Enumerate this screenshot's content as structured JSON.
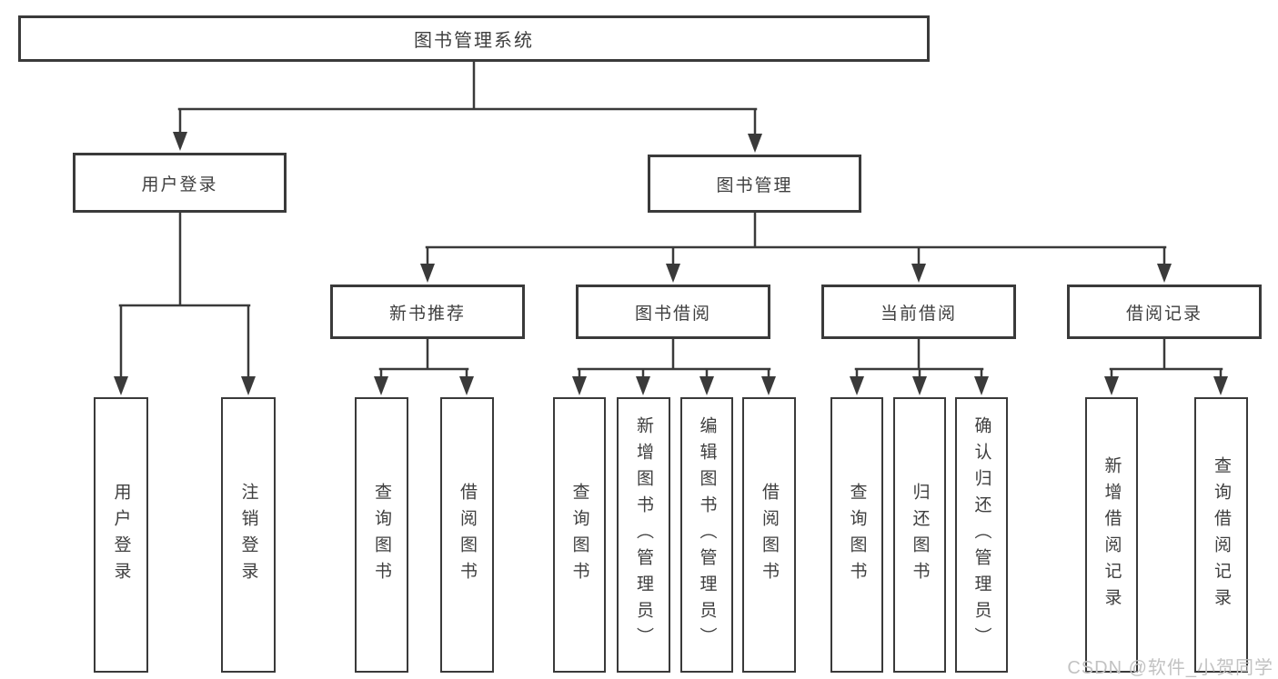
{
  "watermark": "CSDN @软件_小贺同学",
  "colors": {
    "line": "#3a3a3a",
    "text": "#3f3f3f",
    "background": "#ffffff",
    "watermark": "#c2c2c2"
  },
  "tree": {
    "root": {
      "label": "图书管理系统"
    },
    "children": [
      {
        "label": "用户登录",
        "children": [
          {
            "label": "用户登录"
          },
          {
            "label": "注销登录"
          }
        ]
      },
      {
        "label": "图书管理",
        "children": [
          {
            "label": "新书推荐",
            "children": [
              {
                "label": "查询图书"
              },
              {
                "label": "借阅图书"
              }
            ]
          },
          {
            "label": "图书借阅",
            "children": [
              {
                "label": "查询图书"
              },
              {
                "label": "新增图书（管理员）"
              },
              {
                "label": "编辑图书（管理员）"
              },
              {
                "label": "借阅图书"
              }
            ]
          },
          {
            "label": "当前借阅",
            "children": [
              {
                "label": "查询图书"
              },
              {
                "label": "归还图书"
              },
              {
                "label": "确认归还（管理员）"
              }
            ]
          },
          {
            "label": "借阅记录",
            "children": [
              {
                "label": "新增借阅记录"
              },
              {
                "label": "查询借阅记录"
              }
            ]
          }
        ]
      }
    ]
  }
}
